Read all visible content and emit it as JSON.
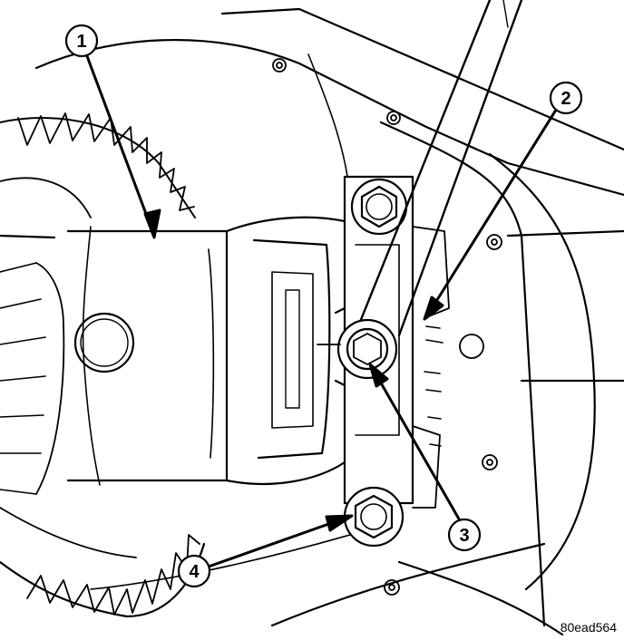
{
  "figure": {
    "code": "80ead564",
    "callouts": [
      {
        "id": "1",
        "label": "1"
      },
      {
        "id": "2",
        "label": "2"
      },
      {
        "id": "3",
        "label": "3"
      },
      {
        "id": "4",
        "label": "4"
      }
    ]
  },
  "colors": {
    "ink": "#000000",
    "paper": "#ffffff"
  }
}
